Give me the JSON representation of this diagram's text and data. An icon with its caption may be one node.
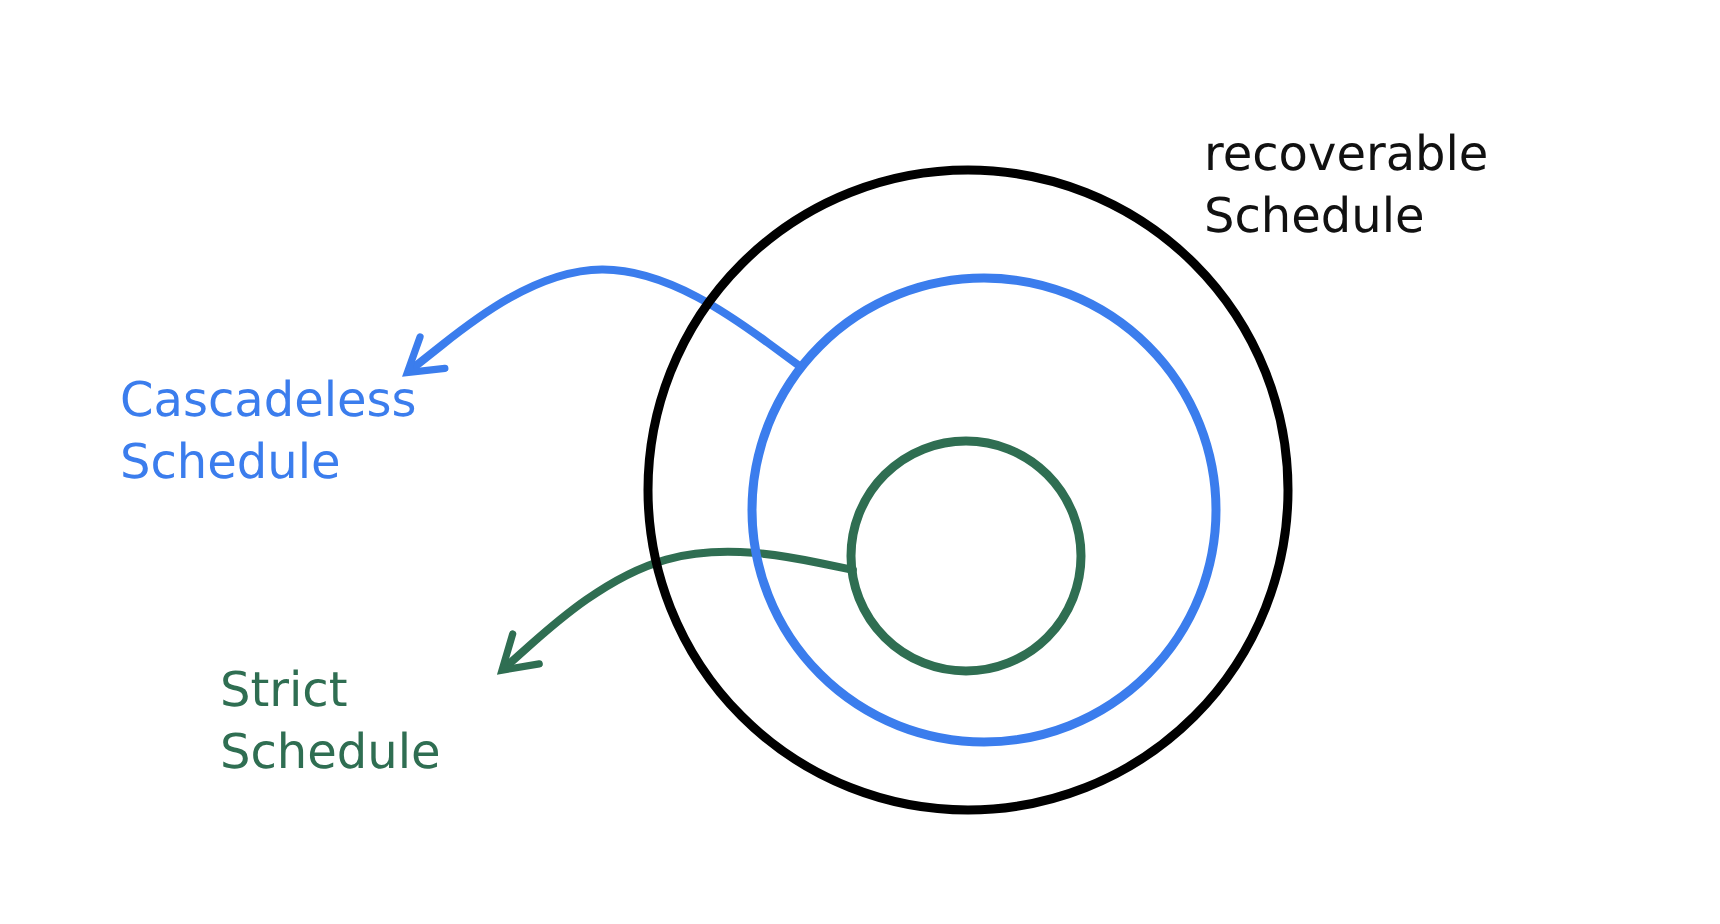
{
  "diagram": {
    "nodes": [
      {
        "text": [
          "recoverable Schedule"
        ]
      },
      {
        "text": [],
        "shape": "circle",
        "in": 0
      },
      {
        "text": [],
        "shape": "circle",
        "in": 1
      },
      {
        "text": [
          "Cascadeless Schedule"
        ]
      },
      {
        "text": [
          "Strict Schedule"
        ]
      }
    ],
    "edges": [
      {
        "from": 1,
        "to": 3,
        "arrow": "to",
        "color": "#3b7ded"
      },
      {
        "from": 2,
        "to": 4,
        "arrow": "to",
        "color": "#2f6e52"
      }
    ]
  }
}
